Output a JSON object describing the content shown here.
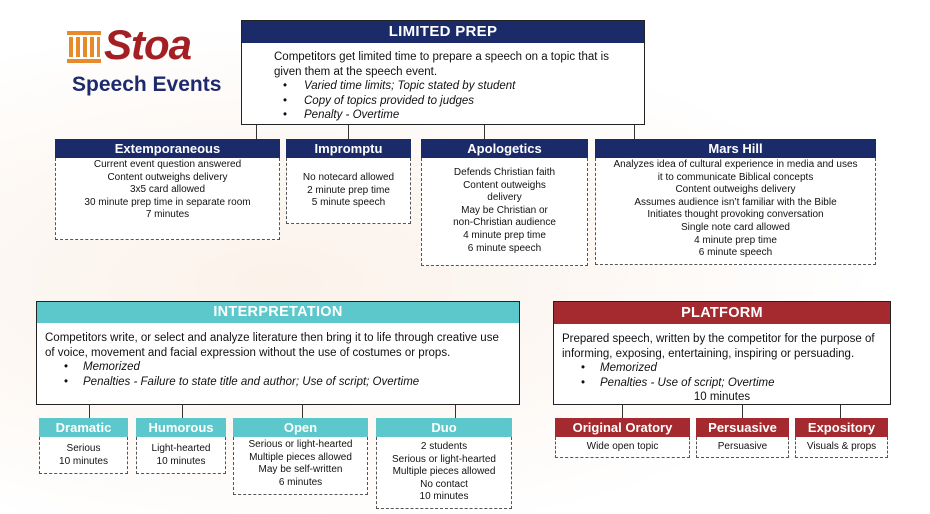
{
  "logo": {
    "icon": "columns-icon",
    "wordmark": "Stoa",
    "subtitle": "Speech Events",
    "brand_red": "#a31f24",
    "brand_navy": "#1f2a6e"
  },
  "colors": {
    "limited_prep": "#1b2a69",
    "interpretation": "#5cc8cb",
    "platform": "#a52a2f"
  },
  "limited_prep": {
    "title": "LIMITED PREP",
    "description": "Competitors get limited time to prepare a speech on a topic that is given them at the speech event.",
    "bullets": [
      "Varied time limits; Topic stated by student",
      "Copy of topics provided to judges",
      "Penalty - Overtime"
    ],
    "events": [
      {
        "title": "Extemporaneous",
        "lines": [
          "Current event question answered",
          "Content outweighs delivery",
          "3x5 card allowed",
          "30 minute prep time in separate room",
          "7 minutes"
        ]
      },
      {
        "title": "Impromptu",
        "lines": [
          "No notecard allowed",
          "2 minute prep time",
          "5 minute speech"
        ]
      },
      {
        "title": "Apologetics",
        "lines": [
          "Defends Christian faith",
          "Content outweighs",
          "delivery",
          "May be Christian or",
          "non-Christian audience",
          "4 minute prep time",
          "6 minute speech"
        ]
      },
      {
        "title": "Mars Hill",
        "lines": [
          "Analyzes idea of cultural experience in media and uses",
          "it to communicate Biblical concepts",
          "Content outweighs delivery",
          "Assumes audience isn’t familiar with the Bible",
          "Initiates thought provoking conversation",
          "Single note card allowed",
          "4 minute prep time",
          "6 minute speech"
        ]
      }
    ]
  },
  "interpretation": {
    "title": "INTERPRETATION",
    "description": "Competitors write, or select and analyze literature then bring it to life through creative use of voice, movement and facial expression without the use of costumes or props.",
    "bullets": [
      "Memorized",
      "Penalties - Failure to state title and author; Use of script; Overtime"
    ],
    "events": [
      {
        "title": "Dramatic",
        "lines": [
          "Serious",
          "10 minutes"
        ]
      },
      {
        "title": "Humorous",
        "lines": [
          "Light-hearted",
          "10 minutes"
        ]
      },
      {
        "title": "Open",
        "lines": [
          "Serious or light-hearted",
          "Multiple pieces allowed",
          "May be self-written",
          "6 minutes"
        ]
      },
      {
        "title": "Duo",
        "lines": [
          "2 students",
          "Serious or light-hearted",
          "Multiple pieces allowed",
          "No contact",
          "10 minutes"
        ]
      }
    ]
  },
  "platform": {
    "title": "PLATFORM",
    "description": "Prepared speech, written by the competitor for the purpose of informing, exposing, entertaining, inspiring or persuading.",
    "bullets": [
      "Memorized",
      "Penalties - Use of script; Overtime"
    ],
    "time": "10 minutes",
    "events": [
      {
        "title": "Original Oratory",
        "lines": [
          "Wide open topic"
        ]
      },
      {
        "title": "Persuasive",
        "lines": [
          "Persuasive"
        ]
      },
      {
        "title": "Expository",
        "lines": [
          "Visuals & props"
        ]
      }
    ]
  }
}
